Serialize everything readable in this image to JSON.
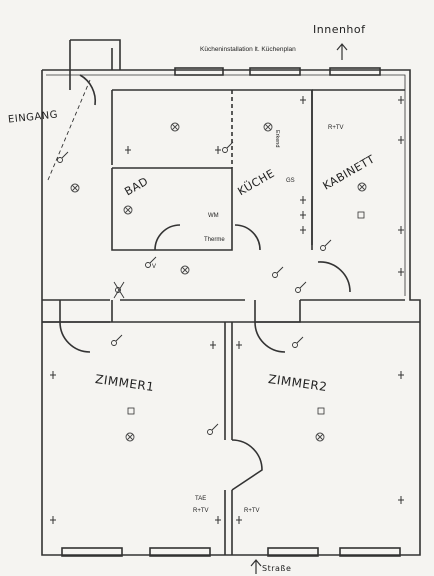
{
  "header": {
    "note": "Kücheninstallation lt. Küchenplan",
    "innenhof": "Innenhof"
  },
  "rooms": {
    "eingang": "EINGANG",
    "bad": "BAD",
    "kueche": "KÜCHE",
    "kabinett": "KABINETT",
    "zimmer1": "ZIMMER1",
    "zimmer2": "ZIMMER2"
  },
  "labels": {
    "wm": "WM",
    "therme": "Therme",
    "erkend": "Erkend",
    "gs": "GS",
    "rtv": "R+TV",
    "tae": "TAE",
    "v": "V",
    "bottom": "Straße"
  },
  "icons": [
    "light-icon",
    "socket-icon",
    "switch-icon",
    "tv-outlet-icon",
    "door-swing-icon"
  ]
}
